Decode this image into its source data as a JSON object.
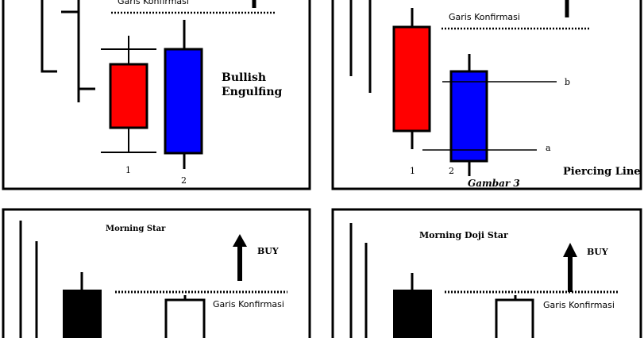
{
  "panels": {
    "bullish_engulfing": {
      "title_line1": "Bullish",
      "title_line2": "Engulfing",
      "confirm_label": "Garis Konfirmasi",
      "candle1_label": "1",
      "candle2_label": "2",
      "candle1_color": "#ff0000",
      "candle2_color": "#0000ff"
    },
    "piercing_line": {
      "title": "Piercing Line",
      "confirm_label": "Garis Konfirmasi",
      "candle1_label": "1",
      "candle2_label": "2",
      "level_b": "b",
      "level_a": "a",
      "caption": "Gambar 3",
      "candle1_color": "#ff0000",
      "candle2_color": "#0000ff"
    },
    "morning_star": {
      "title": "Morning Star",
      "buy_label": "BUY",
      "confirm_label": "Garis Konfirmasi",
      "dark_candle_color": "#000000"
    },
    "morning_doji_star": {
      "title": "Morning Doji Star",
      "buy_label": "BUY",
      "confirm_label": "Garis Konfirmasi",
      "dark_candle_color": "#000000"
    }
  }
}
